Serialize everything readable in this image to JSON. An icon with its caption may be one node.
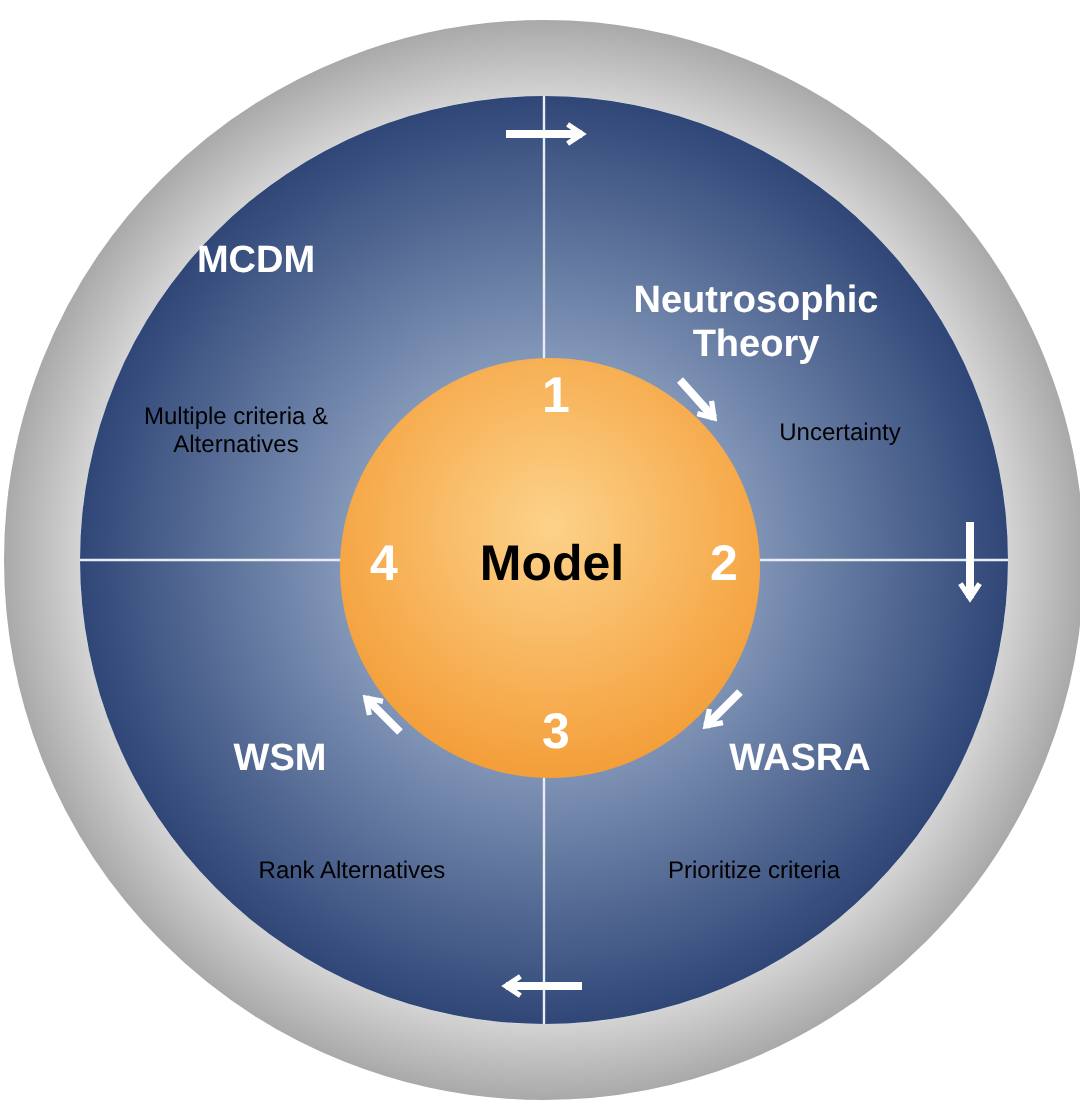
{
  "diagram": {
    "nodes": [
      {
        "text": [
          "1",
          "Model",
          "2",
          "3",
          "4"
        ]
      },
      {
        "text": [
          "MCDM",
          "Multiple criteria & Alternatives"
        ]
      },
      {
        "text": [
          "Neutrosophic Theory",
          "Uncertainty"
        ]
      },
      {
        "text": [
          "WASRA",
          "Prioritize criteria"
        ]
      },
      {
        "text": [
          "WSM",
          "Rank Alternatives"
        ]
      }
    ],
    "edges": [
      {
        "from": 1,
        "to": 2,
        "arrow": "to"
      },
      {
        "from": 2,
        "to": 3,
        "arrow": "to"
      },
      {
        "from": 3,
        "to": 4,
        "arrow": "to"
      }
    ]
  }
}
